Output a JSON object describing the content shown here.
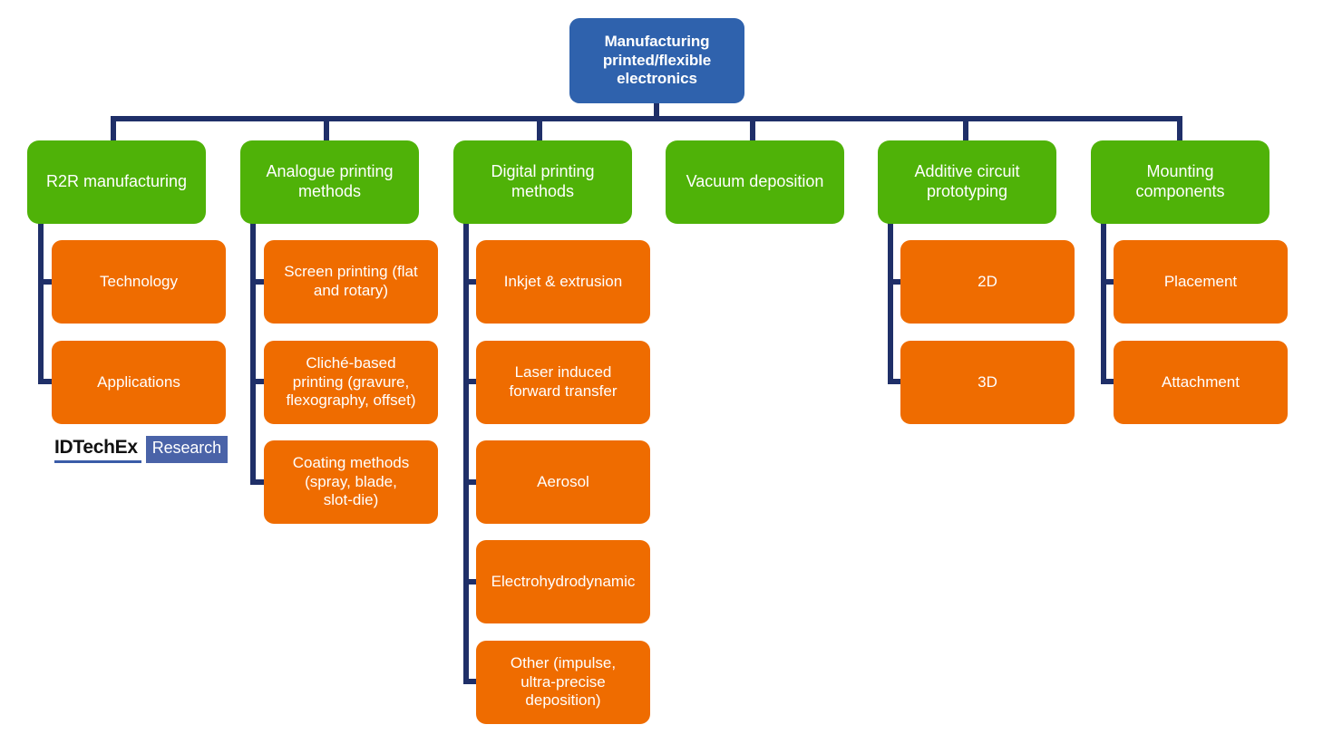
{
  "diagram": {
    "title": "Manufacturing printed/flexible electronics",
    "colors": {
      "root": "#2f62ad",
      "category": "#4fb208",
      "leaf": "#ef6c00",
      "connector": "#1f2f68",
      "background": "#ffffff",
      "text": "#ffffff"
    },
    "root": {
      "label": "Manufacturing\nprinted/flexible\nelectronics"
    },
    "categories": [
      {
        "label": "R2R manufacturing",
        "children": [
          {
            "label": "Technology"
          },
          {
            "label": "Applications"
          }
        ]
      },
      {
        "label": "Analogue printing\nmethods",
        "children": [
          {
            "label": "Screen printing (flat\nand rotary)"
          },
          {
            "label": "Cliché-based\nprinting (gravure,\nflexography, offset)"
          },
          {
            "label": "Coating methods\n(spray, blade,\nslot-die)"
          }
        ]
      },
      {
        "label": "Digital printing\nmethods",
        "children": [
          {
            "label": "Inkjet & extrusion"
          },
          {
            "label": "Laser induced\nforward transfer"
          },
          {
            "label": "Aerosol"
          },
          {
            "label": "Electrohydrodynamic"
          },
          {
            "label": "Other (impulse,\nultra-precise\ndeposition)"
          }
        ]
      },
      {
        "label": "Vacuum deposition",
        "children": []
      },
      {
        "label": "Additive circuit\nprototyping",
        "children": [
          {
            "label": "2D"
          },
          {
            "label": "3D"
          }
        ]
      },
      {
        "label": "Mounting\ncomponents",
        "children": [
          {
            "label": "Placement"
          },
          {
            "label": "Attachment"
          }
        ]
      }
    ]
  },
  "logo": {
    "mark": "IDTechEx",
    "tag": "Research"
  }
}
